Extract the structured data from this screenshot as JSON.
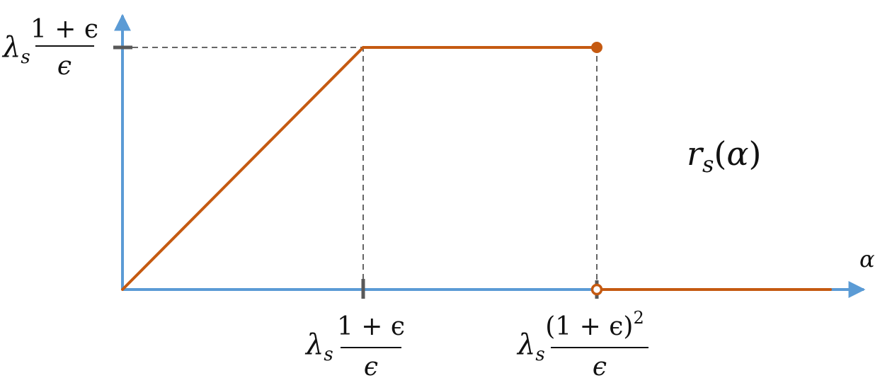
{
  "colors": {
    "axis": "#5b9bd5",
    "curve": "#c55a11",
    "guide": "#666666",
    "tick": "#595959",
    "text": "#111111"
  },
  "axes": {
    "x_label": "α"
  },
  "function_label": {
    "name": "r",
    "subscript": "s",
    "open_paren": "(",
    "argument": "α",
    "close_paren": ")"
  },
  "y_tick": {
    "coefficient": "λ",
    "subscript": "s",
    "numerator": "1 + ϵ",
    "denominator": "ϵ"
  },
  "x_tick_1": {
    "coefficient": "λ",
    "subscript": "s",
    "numerator": "1 + ϵ",
    "denominator": "ϵ"
  },
  "x_tick_2": {
    "coefficient": "λ",
    "subscript": "s",
    "numerator": "(1 + ϵ)",
    "exponent": "2",
    "denominator": "ϵ"
  },
  "chart_data": {
    "type": "line",
    "series": [
      {
        "segments": [
          {
            "x": [
              0,
              1
            ],
            "y": [
              0,
              1
            ]
          },
          {
            "x": [
              1,
              2
            ],
            "y": [
              1,
              1
            ]
          },
          {
            "x": [
              2,
              3
            ],
            "y": [
              0,
              0
            ]
          }
        ]
      }
    ],
    "markers": [
      {
        "x": 2,
        "y": 1,
        "style": "filled"
      },
      {
        "x": 2,
        "y": 0,
        "style": "open"
      }
    ],
    "guides": [
      {
        "from": [
          0,
          1
        ],
        "to": [
          1,
          1
        ]
      },
      {
        "from": [
          1,
          0
        ],
        "to": [
          1,
          1
        ]
      },
      {
        "from": [
          2,
          0
        ],
        "to": [
          2,
          1
        ]
      }
    ]
  }
}
